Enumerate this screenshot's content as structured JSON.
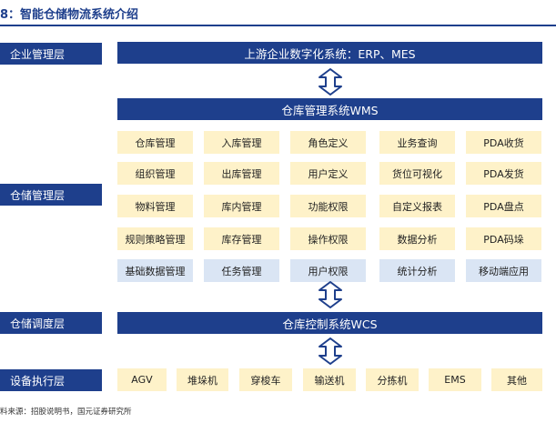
{
  "title": "8：智能仓储物流系统介绍",
  "layers": {
    "enterprise": "企业管理层",
    "warehouse": "仓储管理层",
    "dispatch": "仓储调度层",
    "equipment": "设备执行层"
  },
  "bars": {
    "upstream": "上游企业数字化系统：ERP、MES",
    "wms": "仓库管理系统WMS",
    "wcs": "仓库控制系统WCS"
  },
  "modules": [
    [
      "仓库管理",
      "入库管理",
      "角色定义",
      "业务查询",
      "PDA收货"
    ],
    [
      "组织管理",
      "出库管理",
      "用户定义",
      "货位可视化",
      "PDA发货"
    ],
    [
      "物料管理",
      "库内管理",
      "功能权限",
      "自定义报表",
      "PDA盘点"
    ],
    [
      "规则策略管理",
      "库存管理",
      "操作权限",
      "数据分析",
      "PDA码垛"
    ],
    [
      "基础数据管理",
      "任务管理",
      "用户权限",
      "统计分析",
      "移动端应用"
    ]
  ],
  "devices": [
    "AGV",
    "堆垛机",
    "穿梭车",
    "输送机",
    "分拣机",
    "EMS",
    "其他"
  ],
  "source": "料来源：招股说明书，国元证券研究所",
  "colors": {
    "navy": "#1e3f8c",
    "module_yellow": "#fef2c9",
    "module_blue": "#dae5f4"
  }
}
